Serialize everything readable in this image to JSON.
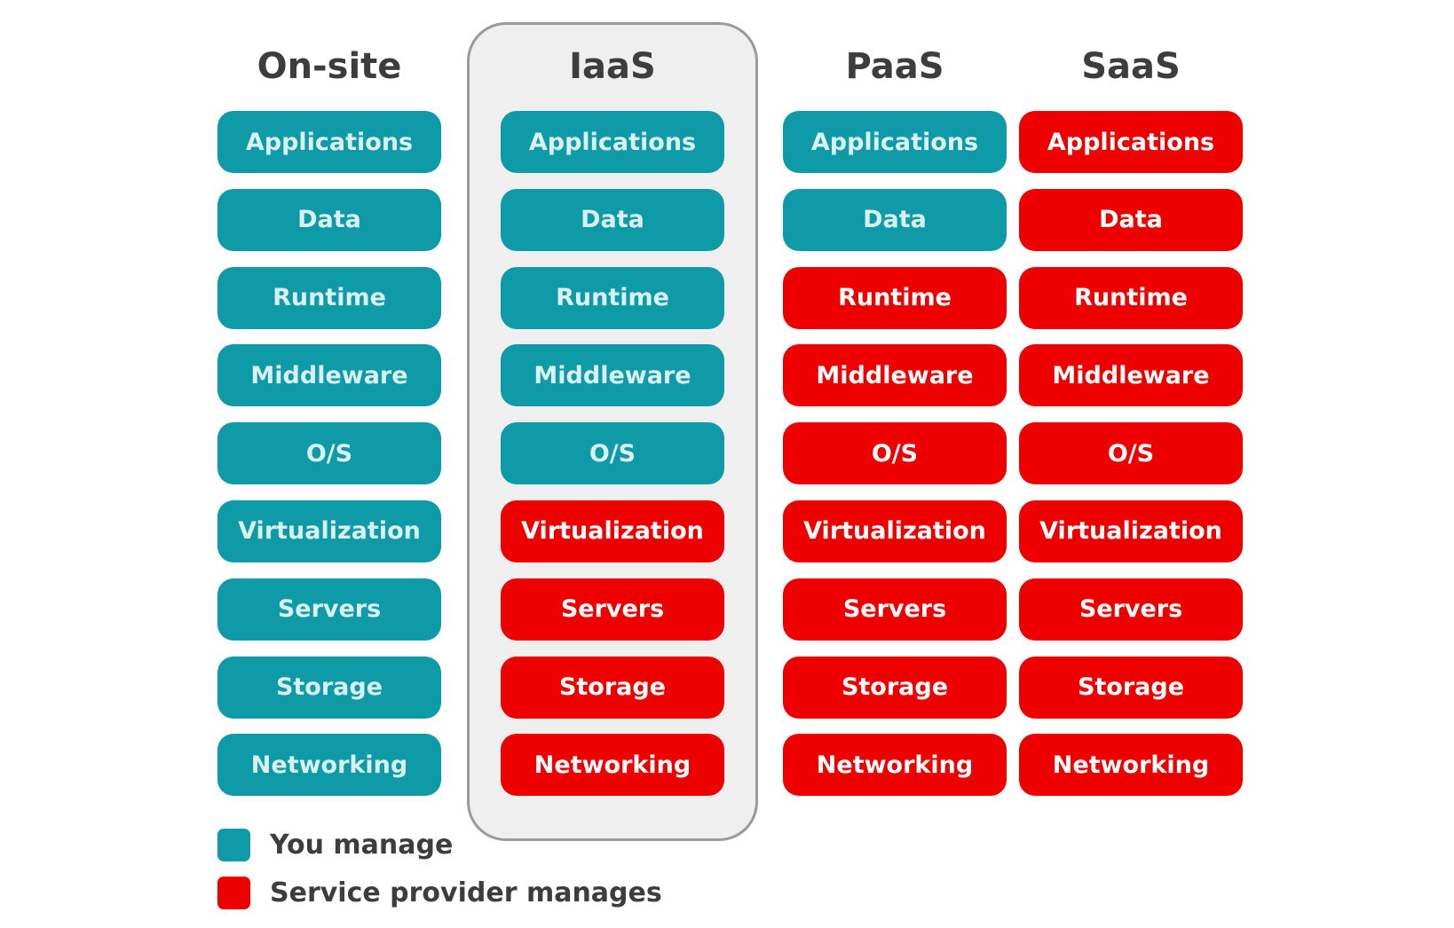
{
  "colors": {
    "you_manage": "#0e9aa7",
    "provider_manages": "#ee0000",
    "highlight_panel": "#efefef"
  },
  "highlighted_column": "IaaS",
  "columns": [
    {
      "title": "On-site",
      "layers": [
        {
          "label": "Applications",
          "managed_by": "you"
        },
        {
          "label": "Data",
          "managed_by": "you"
        },
        {
          "label": "Runtime",
          "managed_by": "you"
        },
        {
          "label": "Middleware",
          "managed_by": "you"
        },
        {
          "label": "O/S",
          "managed_by": "you"
        },
        {
          "label": "Virtualization",
          "managed_by": "you"
        },
        {
          "label": "Servers",
          "managed_by": "you"
        },
        {
          "label": "Storage",
          "managed_by": "you"
        },
        {
          "label": "Networking",
          "managed_by": "you"
        }
      ]
    },
    {
      "title": "IaaS",
      "layers": [
        {
          "label": "Applications",
          "managed_by": "you"
        },
        {
          "label": "Data",
          "managed_by": "you"
        },
        {
          "label": "Runtime",
          "managed_by": "you"
        },
        {
          "label": "Middleware",
          "managed_by": "you"
        },
        {
          "label": "O/S",
          "managed_by": "you"
        },
        {
          "label": "Virtualization",
          "managed_by": "provider"
        },
        {
          "label": "Servers",
          "managed_by": "provider"
        },
        {
          "label": "Storage",
          "managed_by": "provider"
        },
        {
          "label": "Networking",
          "managed_by": "provider"
        }
      ]
    },
    {
      "title": "PaaS",
      "layers": [
        {
          "label": "Applications",
          "managed_by": "you"
        },
        {
          "label": "Data",
          "managed_by": "you"
        },
        {
          "label": "Runtime",
          "managed_by": "provider"
        },
        {
          "label": "Middleware",
          "managed_by": "provider"
        },
        {
          "label": "O/S",
          "managed_by": "provider"
        },
        {
          "label": "Virtualization",
          "managed_by": "provider"
        },
        {
          "label": "Servers",
          "managed_by": "provider"
        },
        {
          "label": "Storage",
          "managed_by": "provider"
        },
        {
          "label": "Networking",
          "managed_by": "provider"
        }
      ]
    },
    {
      "title": "SaaS",
      "layers": [
        {
          "label": "Applications",
          "managed_by": "provider"
        },
        {
          "label": "Data",
          "managed_by": "provider"
        },
        {
          "label": "Runtime",
          "managed_by": "provider"
        },
        {
          "label": "Middleware",
          "managed_by": "provider"
        },
        {
          "label": "O/S",
          "managed_by": "provider"
        },
        {
          "label": "Virtualization",
          "managed_by": "provider"
        },
        {
          "label": "Servers",
          "managed_by": "provider"
        },
        {
          "label": "Storage",
          "managed_by": "provider"
        },
        {
          "label": "Networking",
          "managed_by": "provider"
        }
      ]
    }
  ],
  "legend": [
    {
      "key": "you",
      "label": "You manage"
    },
    {
      "key": "provider",
      "label": "Service provider manages"
    }
  ]
}
